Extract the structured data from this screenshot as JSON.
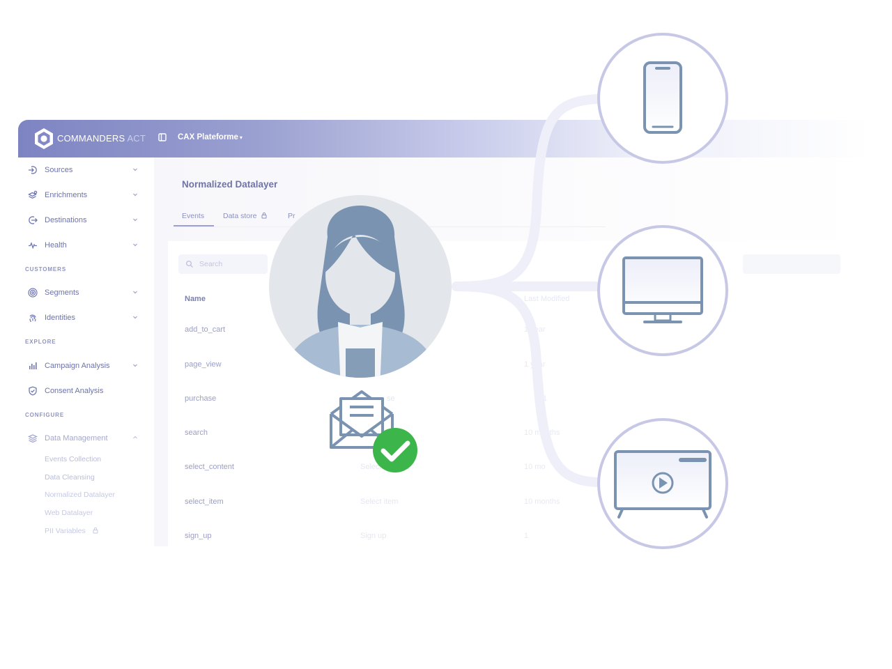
{
  "app": {
    "brand_main": "COMMANDERS",
    "brand_light": " ACT",
    "workspace": "CAX Plateforme"
  },
  "sidebar": {
    "items": [
      {
        "label": "Sources"
      },
      {
        "label": "Enrichments"
      },
      {
        "label": "Destinations"
      },
      {
        "label": "Health"
      }
    ],
    "sections": {
      "customers": "CUSTOMERS",
      "explore": "EXPLORE",
      "configure": "CONFIGURE"
    },
    "customers_items": [
      {
        "label": "Segments"
      },
      {
        "label": "Identities"
      }
    ],
    "explore_items": [
      {
        "label": "Campaign Analysis"
      },
      {
        "label": "Consent Analysis"
      }
    ],
    "configure_items": [
      {
        "label": "Data Management"
      }
    ],
    "sub_items": [
      {
        "label": "Events Collection"
      },
      {
        "label": "Data Cleansing"
      },
      {
        "label": "Normalized Datalayer"
      },
      {
        "label": "Web Datalayer"
      },
      {
        "label": "PII Variables"
      }
    ]
  },
  "main": {
    "page_title": "Normalized Datalayer",
    "tabs": [
      {
        "label": "Events"
      },
      {
        "label": "Data store"
      },
      {
        "label": "Pr"
      }
    ],
    "search": {
      "placeholder": "Search"
    },
    "table": {
      "headers": [
        "Name",
        "Last Modified"
      ],
      "rows": [
        {
          "name": "add_to_cart",
          "col2": "",
          "col3": "1 year"
        },
        {
          "name": "page_view",
          "col2": "",
          "col3": "1 year"
        },
        {
          "name": "purchase",
          "col2": "se",
          "col3": "1"
        },
        {
          "name": "search",
          "col2": "Se",
          "col3": "10 months"
        },
        {
          "name": "select_content",
          "col2": "Select content",
          "col3": "10 mo"
        },
        {
          "name": "select_item",
          "col2": "Select item",
          "col3": "10 months"
        },
        {
          "name": "sign_up",
          "col2": "Sign up",
          "col3": "1"
        }
      ]
    }
  },
  "colors": {
    "topbar_start": "#7d84c2",
    "accent": "#8e94c8",
    "avatar_hair": "#7a93b0",
    "check_green": "#3cb54a",
    "device_circle": "#c6c8e6"
  },
  "icons": {
    "sources": "sign-in-arrow-icon",
    "enrichments": "layers-gear-icon",
    "destinations": "sign-out-arrow-icon",
    "health": "pulse-icon",
    "segments": "target-icon",
    "identities": "fingerprint-icon",
    "campaign_analysis": "bar-chart-icon",
    "consent_analysis": "shield-check-icon",
    "data_management": "stack-icon"
  }
}
